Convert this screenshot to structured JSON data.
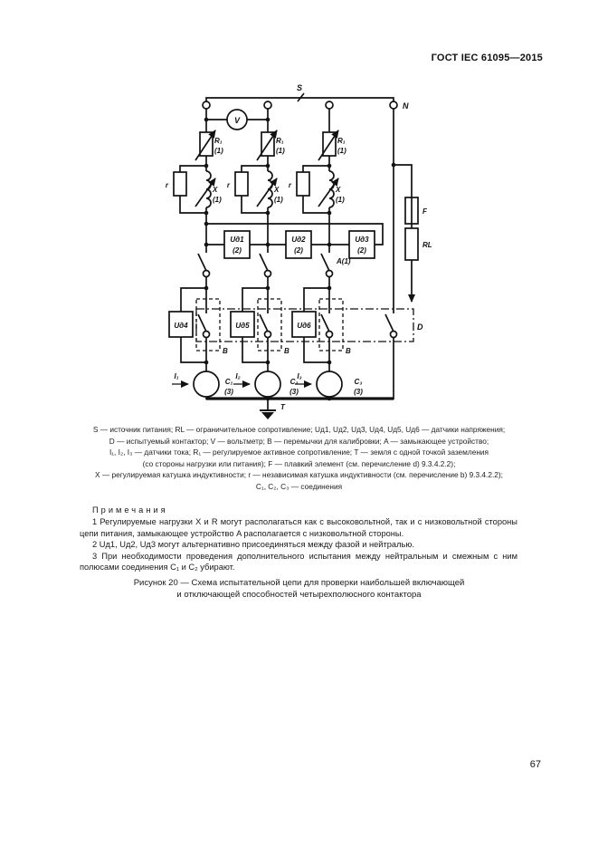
{
  "page": {
    "header": "ГОСТ IEC 61095—2015",
    "page_number": "67"
  },
  "diagram": {
    "labels": {
      "s": "S",
      "n": "N",
      "v": "V",
      "r1": "R₁",
      "r1_note": "(1)",
      "r_coil": "r",
      "x_coil": "X",
      "x_note": "(1)",
      "ud1": "Uд1",
      "ud2": "Uд2",
      "ud3": "Uд3",
      "ud_note": "(2)",
      "ud4": "Uд4",
      "ud5": "Uд5",
      "ud6": "Uд6",
      "a": "A(1)",
      "b": "B",
      "d": "D",
      "f": "F",
      "rl": "RL",
      "i1": "I₁",
      "i2": "I₂",
      "i3": "I₃",
      "c1": "C₁",
      "c2": "C₂",
      "c3": "C₃",
      "c_note": "(3)",
      "t": "T"
    }
  },
  "legend": {
    "lines": [
      "S — источник питания; RL — ограничительное сопротивление; Uд1, Uд2, Uд3, Uд4, Uд5, Uд6 — датчики напряжения;",
      "D — испытуемый контактор; V — вольтметр; B — перемычки для калибровки; A — замыкающее устройство;",
      "I₁, I₂, I₃ — датчики тока; R₁ — регулируемое активное сопротивление; T — земля с одной точкой заземления",
      "(со стороны нагрузки или питания); F — плавкий элемент (см. перечисление d) 9.3.4.2.2);",
      "X — регулируемая катушка индуктивности; r — независимая катушка индуктивности (см. перечисление b) 9.3.4.2.2);",
      "C₁, C₂, C₃ — соединения"
    ]
  },
  "notes": {
    "title": "Примечания",
    "items": [
      "1 Регулируемые нагрузки X и R могут располагаться как с высоковольтной, так и с низковольтной стороны цепи питания, замыкающее устройство A располагается с низковольтной стороны.",
      "2 Uд1, Uд2, Uд3 могут альтернативно присоединяться между фазой и нейтралью.",
      "3 При необходимости проведения дополнительного испытания между нейтральным и смежным с ним полюсами соединения C₁ и C₂ убирают."
    ]
  },
  "caption": {
    "line1": "Рисунок 20 — Схема испытательной цепи для проверки наибольшей включающей",
    "line2": "и отключающей способностей четырехполюсного контактора"
  }
}
